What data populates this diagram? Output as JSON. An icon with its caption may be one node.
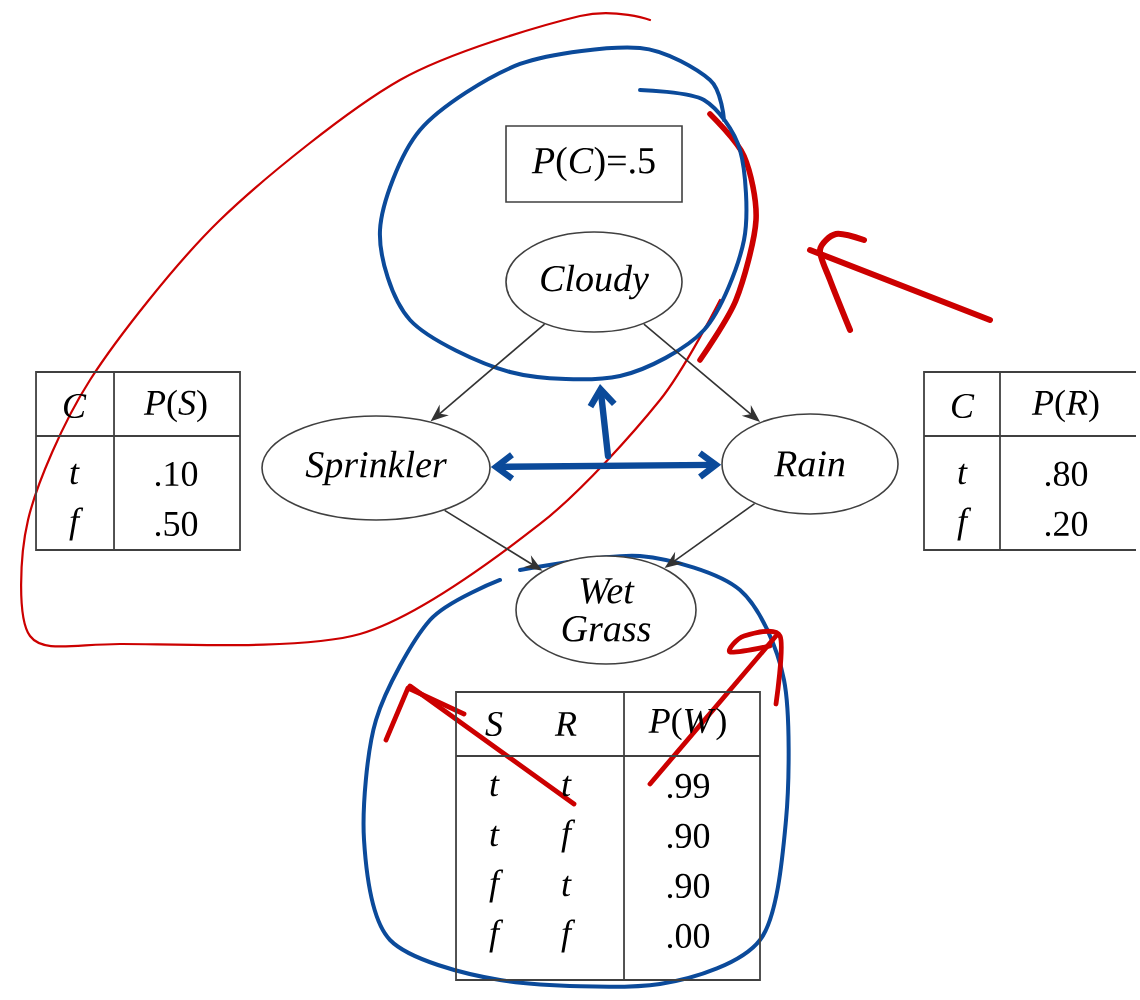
{
  "diagram": {
    "nodes": [
      {
        "text": [
          "*P*(*C*)=.5"
        ]
      },
      {
        "text": [
          "Cloudy"
        ]
      },
      {
        "text": [
          "Sprinkler"
        ]
      },
      {
        "text": [
          "Rain"
        ]
      },
      {
        "text": [
          "Wet Grass"
        ]
      }
    ],
    "edges": [
      {
        "from": 1,
        "to": 2,
        "arrow": "to"
      },
      {
        "from": 1,
        "to": 3,
        "arrow": "to"
      },
      {
        "from": 2,
        "to": 4,
        "arrow": "to"
      },
      {
        "from": 3,
        "to": 4,
        "arrow": "to"
      },
      {
        "from": 2,
        "to": 3,
        "arrow": "both",
        "style": "thick",
        "color": "#0b4a9a"
      }
    ],
    "labels": [
      "C",
      "*P*(*S*)",
      "t",
      ".10",
      "f",
      ".50",
      "C",
      "*P*(*R*)",
      "t",
      ".80",
      "f",
      ".20",
      "S",
      "R",
      "*P*(*W*)",
      "t",
      "t",
      ".99",
      "t",
      "f",
      ".90",
      "f",
      "t",
      ".90",
      "f",
      "f",
      ".00"
    ]
  }
}
